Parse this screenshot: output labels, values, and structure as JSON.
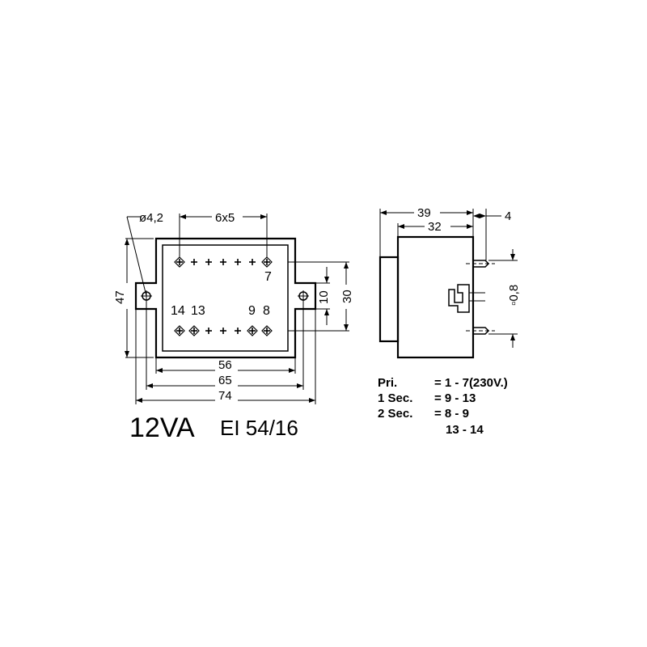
{
  "top_view": {
    "hole_diameter": "ø4,2",
    "pin_pitch": "6x5",
    "height_outer": "47",
    "height_pins": "30",
    "height_lug": "10",
    "width_56": "56",
    "width_65": "65",
    "width_74": "74",
    "pin_labels": {
      "p7": "7",
      "p14": "14",
      "p13": "13",
      "p9": "9",
      "p8": "8"
    }
  },
  "side_view": {
    "depth_39": "39",
    "depth_32": "32",
    "pin_offset": "4",
    "pin_size": "▫0,8"
  },
  "rating": "12VA",
  "core": "EI 54/16",
  "windings": [
    {
      "name": "Pri.",
      "pins": "= 1 - 7(230V.)"
    },
    {
      "name": "1 Sec.",
      "pins": "= 9 - 13"
    },
    {
      "name": "2 Sec.",
      "pins": "= 8 - 9"
    },
    {
      "name": "",
      "pins": "13 - 14"
    }
  ]
}
